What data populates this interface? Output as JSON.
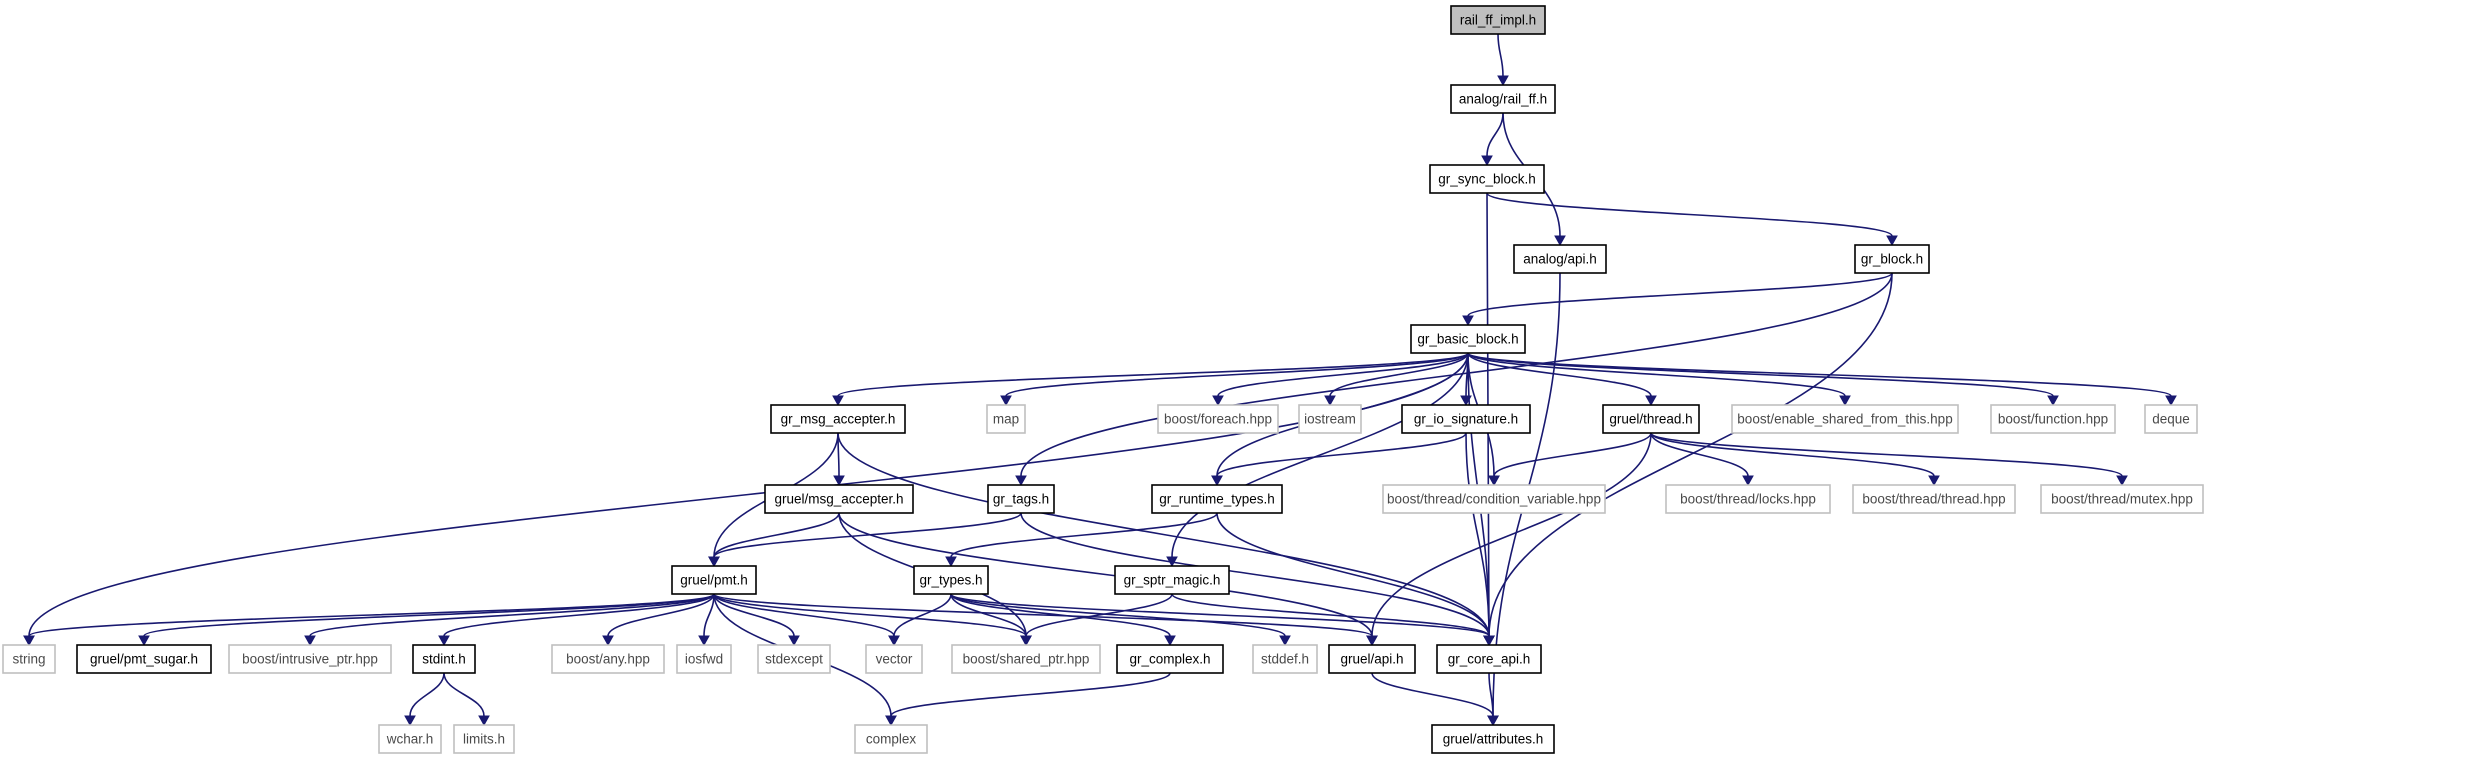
{
  "colors": {
    "edge": "#191970",
    "box_border_normal": "#000000",
    "box_border_external": "#bfbfbf",
    "box_fill_root": "#bfbfbf",
    "box_fill": "#ffffff",
    "text_normal": "#000000",
    "text_external": "#4a4a4a"
  },
  "nodes": {
    "rail_ff_impl": {
      "label": "rail_ff_impl.h",
      "kind": "root"
    },
    "analog_rail_ff": {
      "label": "analog/rail_ff.h",
      "kind": "normal"
    },
    "gr_sync_block": {
      "label": "gr_sync_block.h",
      "kind": "normal"
    },
    "analog_api": {
      "label": "analog/api.h",
      "kind": "normal"
    },
    "gr_block": {
      "label": "gr_block.h",
      "kind": "normal"
    },
    "gr_basic_block": {
      "label": "gr_basic_block.h",
      "kind": "normal"
    },
    "gr_msg_accepter": {
      "label": "gr_msg_accepter.h",
      "kind": "normal"
    },
    "map": {
      "label": "map",
      "kind": "external"
    },
    "boost_foreach": {
      "label": "boost/foreach.hpp",
      "kind": "external"
    },
    "iostream": {
      "label": "iostream",
      "kind": "external"
    },
    "gr_io_signature": {
      "label": "gr_io_signature.h",
      "kind": "normal"
    },
    "gruel_thread": {
      "label": "gruel/thread.h",
      "kind": "normal"
    },
    "boost_enable_shared": {
      "label": "boost/enable_shared_from_this.hpp",
      "kind": "external"
    },
    "boost_function": {
      "label": "boost/function.hpp",
      "kind": "external"
    },
    "deque": {
      "label": "deque",
      "kind": "external"
    },
    "gruel_msg_accepter": {
      "label": "gruel/msg_accepter.h",
      "kind": "normal"
    },
    "gr_tags": {
      "label": "gr_tags.h",
      "kind": "normal"
    },
    "gr_runtime_types": {
      "label": "gr_runtime_types.h",
      "kind": "normal"
    },
    "boost_thread_condvar": {
      "label": "boost/thread/condition_variable.hpp",
      "kind": "external"
    },
    "boost_thread_locks": {
      "label": "boost/thread/locks.hpp",
      "kind": "external"
    },
    "boost_thread_thread": {
      "label": "boost/thread/thread.hpp",
      "kind": "external"
    },
    "boost_thread_mutex": {
      "label": "boost/thread/mutex.hpp",
      "kind": "external"
    },
    "gruel_pmt": {
      "label": "gruel/pmt.h",
      "kind": "normal"
    },
    "gr_types": {
      "label": "gr_types.h",
      "kind": "normal"
    },
    "gr_sptr_magic": {
      "label": "gr_sptr_magic.h",
      "kind": "normal"
    },
    "string": {
      "label": "string",
      "kind": "external"
    },
    "gruel_pmt_sugar": {
      "label": "gruel/pmt_sugar.h",
      "kind": "normal"
    },
    "boost_intrusive_ptr": {
      "label": "boost/intrusive_ptr.hpp",
      "kind": "external"
    },
    "stdint": {
      "label": "stdint.h",
      "kind": "normal"
    },
    "boost_any": {
      "label": "boost/any.hpp",
      "kind": "external"
    },
    "iosfwd": {
      "label": "iosfwd",
      "kind": "external"
    },
    "stdexcept": {
      "label": "stdexcept",
      "kind": "external"
    },
    "vector": {
      "label": "vector",
      "kind": "external"
    },
    "boost_shared_ptr": {
      "label": "boost/shared_ptr.hpp",
      "kind": "external"
    },
    "gr_complex": {
      "label": "gr_complex.h",
      "kind": "normal"
    },
    "stddef": {
      "label": "stddef.h",
      "kind": "external"
    },
    "gruel_api": {
      "label": "gruel/api.h",
      "kind": "normal"
    },
    "gr_core_api": {
      "label": "gr_core_api.h",
      "kind": "normal"
    },
    "wchar": {
      "label": "wchar.h",
      "kind": "external"
    },
    "limits": {
      "label": "limits.h",
      "kind": "external"
    },
    "complex": {
      "label": "complex",
      "kind": "external"
    },
    "gruel_attributes": {
      "label": "gruel/attributes.h",
      "kind": "normal"
    }
  },
  "edges": [
    [
      "rail_ff_impl",
      "analog_rail_ff"
    ],
    [
      "analog_rail_ff",
      "gr_sync_block"
    ],
    [
      "analog_rail_ff",
      "analog_api"
    ],
    [
      "gr_sync_block",
      "gr_block"
    ],
    [
      "gr_sync_block",
      "gr_core_api"
    ],
    [
      "analog_api",
      "gruel_attributes"
    ],
    [
      "gr_block",
      "gr_basic_block"
    ],
    [
      "gr_block",
      "gr_tags"
    ],
    [
      "gr_block",
      "gr_core_api"
    ],
    [
      "gr_basic_block",
      "gr_msg_accepter"
    ],
    [
      "gr_basic_block",
      "map"
    ],
    [
      "gr_basic_block",
      "boost_foreach"
    ],
    [
      "gr_basic_block",
      "iostream"
    ],
    [
      "gr_basic_block",
      "gr_io_signature"
    ],
    [
      "gr_basic_block",
      "gruel_thread"
    ],
    [
      "gr_basic_block",
      "boost_enable_shared"
    ],
    [
      "gr_basic_block",
      "boost_function"
    ],
    [
      "gr_basic_block",
      "deque"
    ],
    [
      "gr_basic_block",
      "string"
    ],
    [
      "gr_basic_block",
      "gr_runtime_types"
    ],
    [
      "gr_basic_block",
      "gr_sptr_magic"
    ],
    [
      "gr_basic_block",
      "boost_thread_condvar"
    ],
    [
      "gr_basic_block",
      "gr_core_api"
    ],
    [
      "gr_msg_accepter",
      "gruel_msg_accepter"
    ],
    [
      "gr_msg_accepter",
      "gruel_pmt"
    ],
    [
      "gr_msg_accepter",
      "gr_core_api"
    ],
    [
      "gr_io_signature",
      "gr_runtime_types"
    ],
    [
      "gr_io_signature",
      "gr_core_api"
    ],
    [
      "gruel_thread",
      "boost_thread_condvar"
    ],
    [
      "gruel_thread",
      "boost_thread_locks"
    ],
    [
      "gruel_thread",
      "boost_thread_thread"
    ],
    [
      "gruel_thread",
      "boost_thread_mutex"
    ],
    [
      "gruel_thread",
      "gruel_api"
    ],
    [
      "gruel_msg_accepter",
      "gruel_pmt"
    ],
    [
      "gruel_msg_accepter",
      "boost_shared_ptr"
    ],
    [
      "gruel_msg_accepter",
      "gruel_api"
    ],
    [
      "gr_tags",
      "gruel_pmt"
    ],
    [
      "gr_tags",
      "gr_core_api"
    ],
    [
      "gr_runtime_types",
      "gr_types"
    ],
    [
      "gr_runtime_types",
      "gr_core_api"
    ],
    [
      "gruel_pmt",
      "string"
    ],
    [
      "gruel_pmt",
      "gruel_pmt_sugar"
    ],
    [
      "gruel_pmt",
      "boost_intrusive_ptr"
    ],
    [
      "gruel_pmt",
      "stdint"
    ],
    [
      "gruel_pmt",
      "boost_any"
    ],
    [
      "gruel_pmt",
      "iosfwd"
    ],
    [
      "gruel_pmt",
      "stdexcept"
    ],
    [
      "gruel_pmt",
      "vector"
    ],
    [
      "gruel_pmt",
      "boost_shared_ptr"
    ],
    [
      "gruel_pmt",
      "complex"
    ],
    [
      "gruel_pmt",
      "gruel_api"
    ],
    [
      "gr_types",
      "vector"
    ],
    [
      "gr_types",
      "boost_shared_ptr"
    ],
    [
      "gr_types",
      "gr_complex"
    ],
    [
      "gr_types",
      "stddef"
    ],
    [
      "gr_types",
      "gr_core_api"
    ],
    [
      "gr_sptr_magic",
      "boost_shared_ptr"
    ],
    [
      "gr_sptr_magic",
      "gr_core_api"
    ],
    [
      "stdint",
      "wchar"
    ],
    [
      "stdint",
      "limits"
    ],
    [
      "gr_complex",
      "complex"
    ],
    [
      "gruel_api",
      "gruel_attributes"
    ],
    [
      "gr_core_api",
      "gruel_attributes"
    ]
  ]
}
